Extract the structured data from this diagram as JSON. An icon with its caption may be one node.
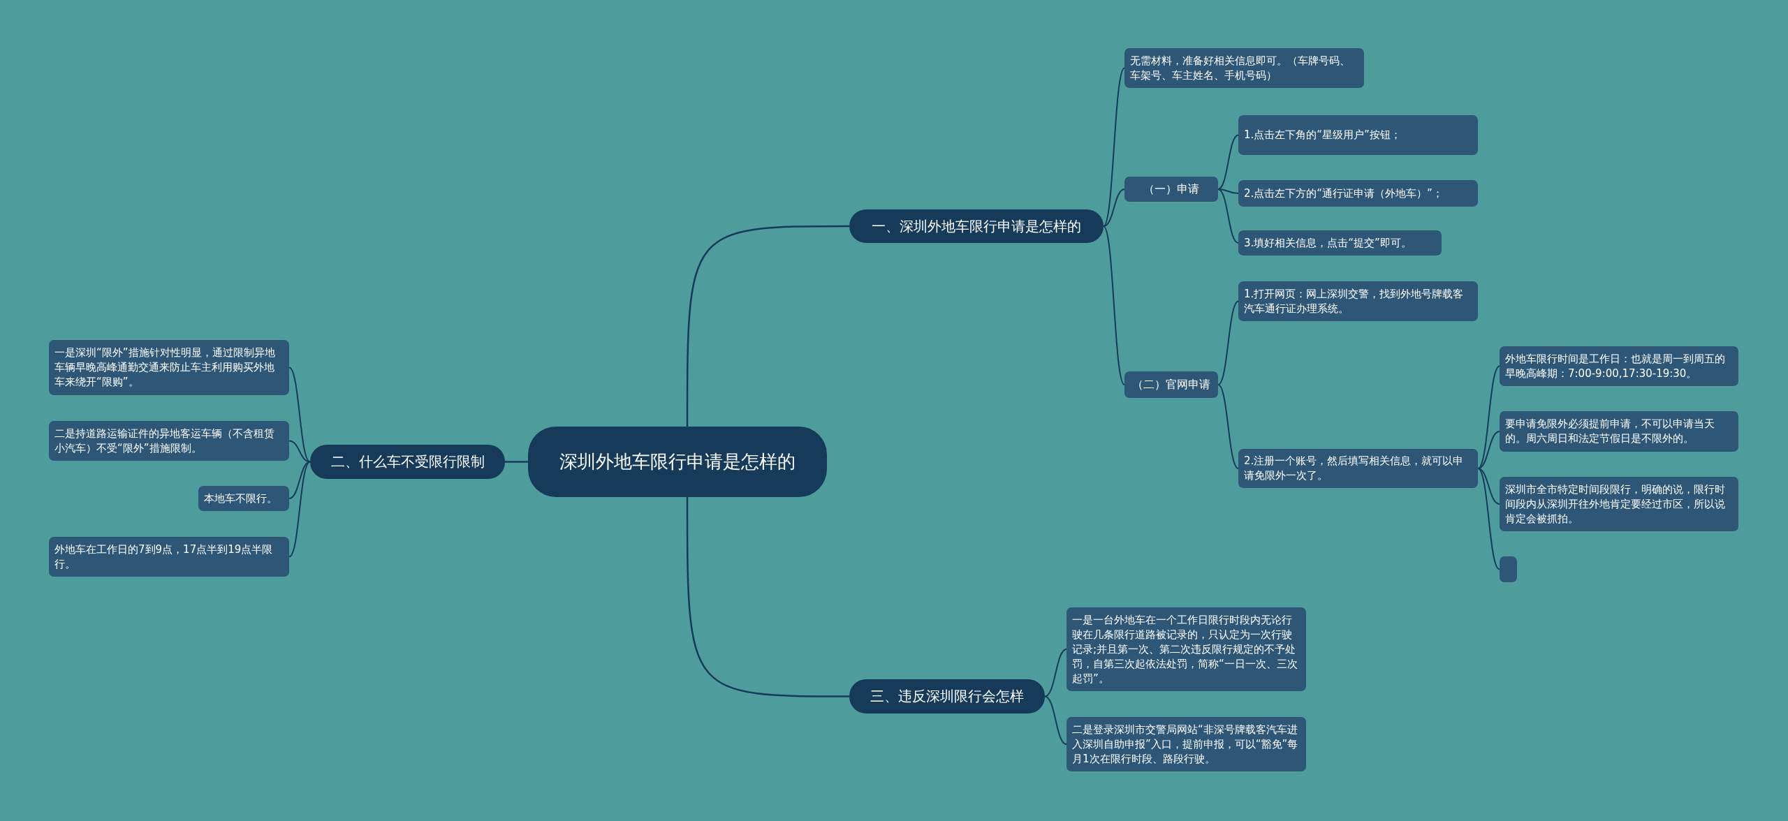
{
  "diagram": {
    "nodes": [
      {
        "text": [
          "深圳外地车限行申请是怎样的"
        ]
      },
      {
        "text": [
          "一、深圳外地车限行申请是怎样的"
        ]
      },
      {
        "text": [
          "无需材料，准备好相关信息即可。（车牌号码、车架号、车主姓名、手机号码）"
        ]
      },
      {
        "text": [
          "（一）申请"
        ]
      },
      {
        "text": [
          "1.点击左下角的“星级用户”按钮；"
        ]
      },
      {
        "text": [
          "2.点击左下方的“通行证申请（外地车）”；"
        ]
      },
      {
        "text": [
          "3.填好相关信息，点击“提交”即可。"
        ]
      },
      {
        "text": [
          "（二）官网申请"
        ]
      },
      {
        "text": [
          "1.打开网页：网上深圳交警，找到外地号牌载客汽车通行证办理系统。"
        ]
      },
      {
        "text": [
          "2.注册一个账号，然后填写相关信息，就可以申请免限外一次了。"
        ]
      },
      {
        "text": [
          "外地车限行时间是工作日：也就是周一到周五的早晚高峰期：7:00-9:00,17:30-19:30。"
        ]
      },
      {
        "text": [
          "要申请免限外必须提前申请，不可以申请当天的。周六周日和法定节假日是不限外的。"
        ]
      },
      {
        "text": [
          "深圳市全市特定时间段限行，明确的说，限行时间段内从深圳开往外地肯定要经过市区，所以说肯定会被抓拍。"
        ]
      },
      {
        "text": [],
        "shape": "box"
      },
      {
        "text": [
          "二、什么车不受限行限制"
        ]
      },
      {
        "text": [
          "一是深圳“限外”措施针对性明显，通过限制异地车辆早晚高峰通勤交通来防止车主利用购买外地车来绕开“限购”。"
        ]
      },
      {
        "text": [
          "二是持道路运输证件的异地客运车辆（不含租赁小汽车）不受“限外”措施限制。"
        ]
      },
      {
        "text": [
          "本地车不限行。"
        ]
      },
      {
        "text": [
          "外地车在工作日的7到9点，17点半到19点半限行。"
        ]
      },
      {
        "text": [
          "三、违反深圳限行会怎样"
        ]
      },
      {
        "text": [
          "一是一台外地车在一个工作日限行时段内无论行驶在几条限行道路被记录的，只认定为一次行驶记录;并且第一次、第二次违反限行规定的不予处罚，自第三次起依法处罚，简称“一日一次、三次起罚”。"
        ]
      },
      {
        "text": [
          "二是登录深圳市交警局网站“非深号牌载客汽车进入深圳自助申报”入口，提前申报，可以“豁免”每月1次在限行时段、路段行驶。"
        ]
      }
    ],
    "edges": [
      {
        "from": 0,
        "to": 1,
        "arrow": "none"
      },
      {
        "from": 1,
        "to": 2,
        "arrow": "none"
      },
      {
        "from": 1,
        "to": 3,
        "arrow": "none"
      },
      {
        "from": 3,
        "to": 4,
        "arrow": "none"
      },
      {
        "from": 3,
        "to": 5,
        "arrow": "none"
      },
      {
        "from": 3,
        "to": 6,
        "arrow": "none"
      },
      {
        "from": 1,
        "to": 7,
        "arrow": "none"
      },
      {
        "from": 7,
        "to": 8,
        "arrow": "none"
      },
      {
        "from": 7,
        "to": 9,
        "arrow": "none"
      },
      {
        "from": 9,
        "to": 10,
        "arrow": "none"
      },
      {
        "from": 9,
        "to": 11,
        "arrow": "none"
      },
      {
        "from": 9,
        "to": 12,
        "arrow": "none"
      },
      {
        "from": 9,
        "to": 13,
        "arrow": "none"
      },
      {
        "from": 0,
        "to": 14,
        "arrow": "none"
      },
      {
        "from": 14,
        "to": 15,
        "arrow": "none"
      },
      {
        "from": 14,
        "to": 16,
        "arrow": "none"
      },
      {
        "from": 14,
        "to": 17,
        "arrow": "none"
      },
      {
        "from": 14,
        "to": 18,
        "arrow": "none"
      },
      {
        "from": 0,
        "to": 19,
        "arrow": "none"
      },
      {
        "from": 19,
        "to": 20,
        "arrow": "none"
      },
      {
        "from": 19,
        "to": 21,
        "arrow": "none"
      }
    ]
  }
}
